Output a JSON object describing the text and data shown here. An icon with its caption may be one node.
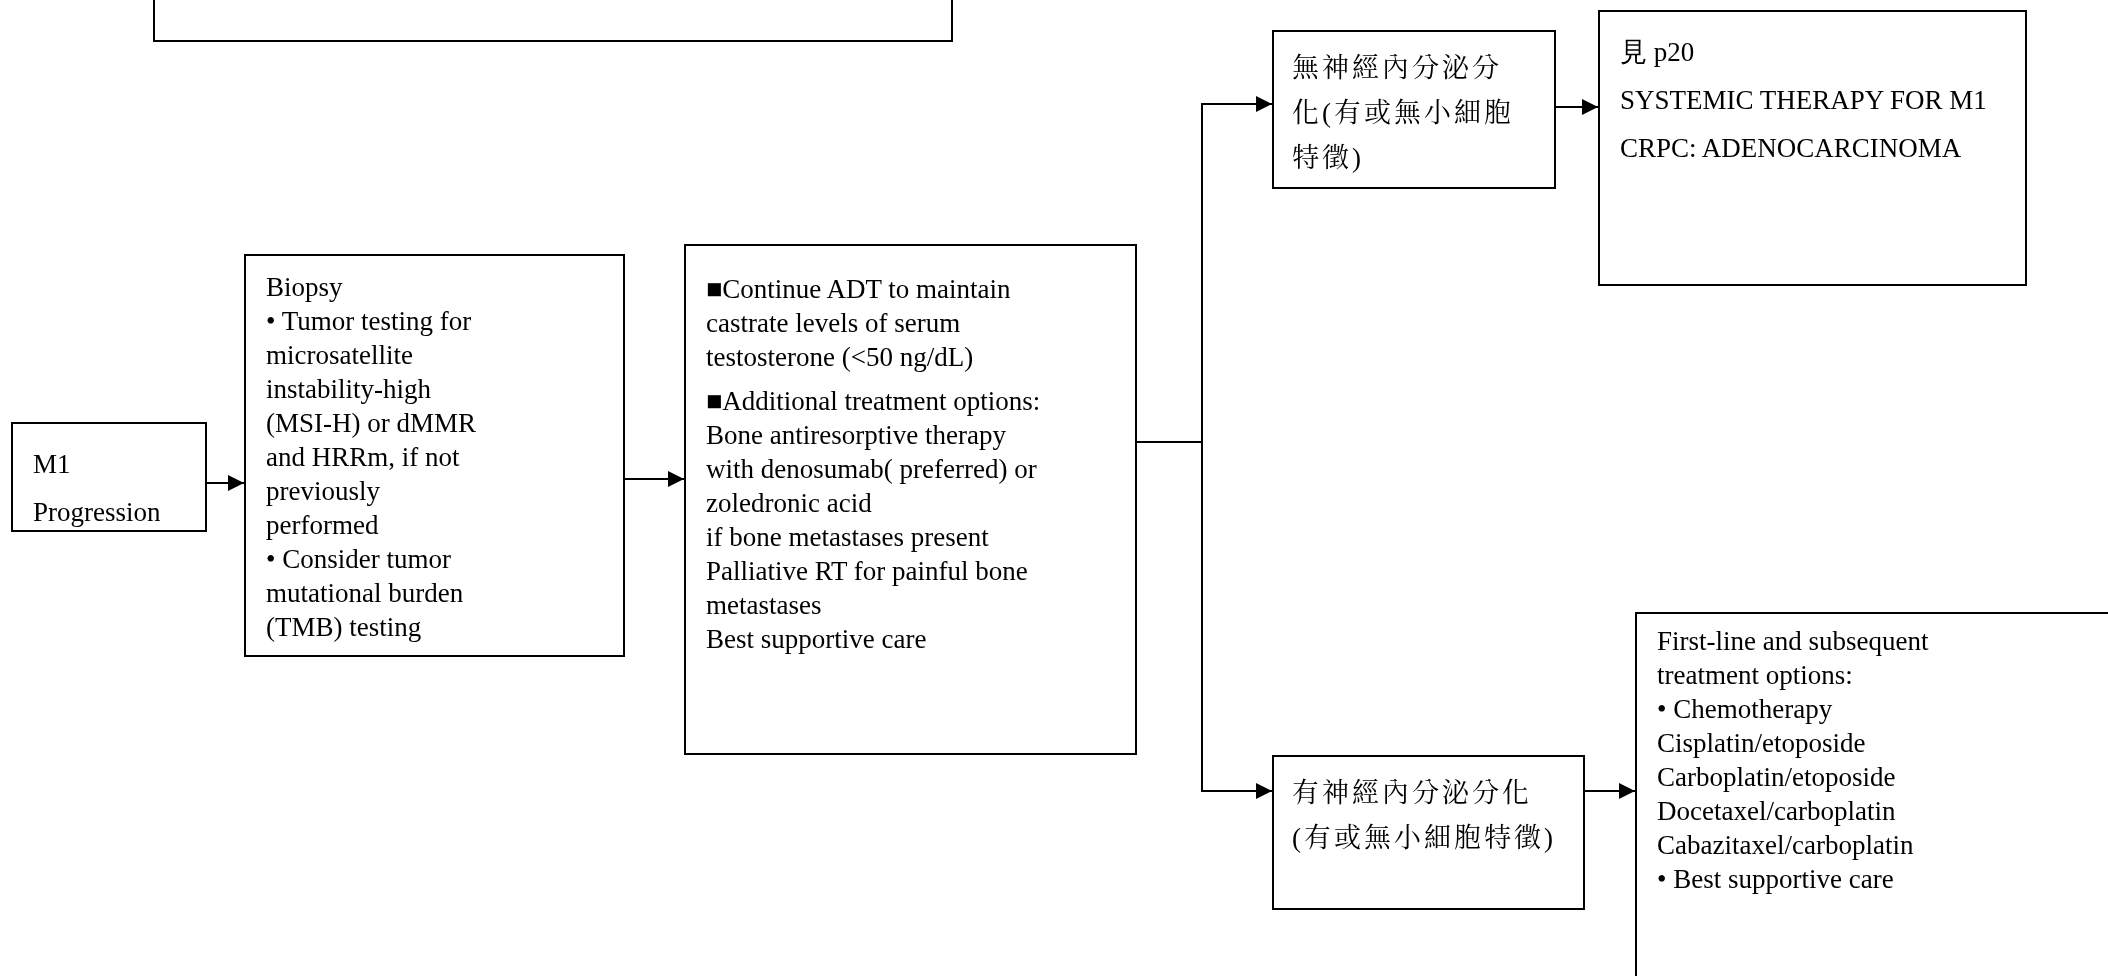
{
  "diagram": {
    "nodes": [
      {
        "text": [],
        "shape": "box"
      },
      {
        "text": [
          "M1 Progression"
        ]
      },
      {
        "text": [
          "Biopsy",
          "• Tumor testing for microsatellite instability-high (MSI-H) or dMMR and HRRm, if not previously performed",
          "• Consider tumor mutational burden (TMB) testing"
        ]
      },
      {
        "text": [
          "■Continue ADT to maintain castrate levels of serum testosterone (<50 ng/dL)",
          "■Additional treatment options:",
          "Bone antiresorptive therapy with denosumab( preferred) or zoledronic acid",
          "if bone metastases present",
          "Palliative RT for painful bone metastases",
          "Best supportive care"
        ]
      },
      {
        "text": [
          "無神經內分泌分化(有或無小細胞特徵)"
        ]
      },
      {
        "text": [
          "見 p20",
          "SYSTEMIC THERAPY FOR M1 CRPC: ADENOCARCINOMA"
        ]
      },
      {
        "text": [
          "有神經內分泌分化(有或無小細胞特徵)"
        ]
      },
      {
        "text": [
          "First-line and subsequent treatment options:",
          "• Chemotherapy",
          "Cisplatin/etoposide",
          "Carboplatin/etoposide",
          "Docetaxel/carboplatin",
          "Cabazitaxel/carboplatin",
          "• Best supportive care"
        ]
      }
    ],
    "edges": [
      {
        "from": 1,
        "to": 2,
        "arrow": "to"
      },
      {
        "from": 2,
        "to": 3,
        "arrow": "to"
      },
      {
        "from": 3,
        "to": 4,
        "arrow": "to"
      },
      {
        "from": 3,
        "to": 6,
        "arrow": "to"
      },
      {
        "from": 4,
        "to": 5,
        "arrow": "to"
      },
      {
        "from": 6,
        "to": 7,
        "arrow": "to"
      }
    ]
  }
}
